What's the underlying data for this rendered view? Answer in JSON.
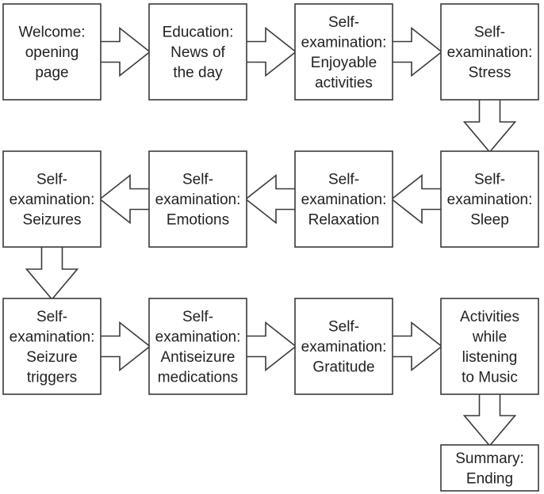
{
  "nodes": [
    {
      "id": "welcome",
      "lines": [
        "Welcome:",
        "opening",
        "page"
      ]
    },
    {
      "id": "education",
      "lines": [
        "Education:",
        "News of",
        "the day"
      ]
    },
    {
      "id": "enjoyable",
      "lines": [
        "Self-",
        "examination:",
        "Enjoyable",
        "activities"
      ]
    },
    {
      "id": "stress",
      "lines": [
        "Self-",
        "examination:",
        "Stress"
      ]
    },
    {
      "id": "sleep",
      "lines": [
        "Self-",
        "examination:",
        "Sleep"
      ]
    },
    {
      "id": "relaxation",
      "lines": [
        "Self-",
        "examination:",
        "Relaxation"
      ]
    },
    {
      "id": "emotions",
      "lines": [
        "Self-",
        "examination:",
        "Emotions"
      ]
    },
    {
      "id": "seizures",
      "lines": [
        "Self-",
        "examination:",
        "Seizures"
      ]
    },
    {
      "id": "triggers",
      "lines": [
        "Self-",
        "examination:",
        "Seizure",
        "triggers"
      ]
    },
    {
      "id": "medications",
      "lines": [
        "Self-",
        "examination:",
        "Antiseizure",
        "medications"
      ]
    },
    {
      "id": "gratitude",
      "lines": [
        "Self-",
        "examination:",
        "Gratitude"
      ]
    },
    {
      "id": "music",
      "lines": [
        "Activities",
        "while",
        "listening",
        "to Music"
      ]
    },
    {
      "id": "summary",
      "lines": [
        "Summary:",
        "Ending"
      ]
    }
  ],
  "edges": [
    {
      "from": "welcome",
      "to": "education",
      "direction": "right"
    },
    {
      "from": "education",
      "to": "enjoyable",
      "direction": "right"
    },
    {
      "from": "enjoyable",
      "to": "stress",
      "direction": "right"
    },
    {
      "from": "stress",
      "to": "sleep",
      "direction": "down"
    },
    {
      "from": "sleep",
      "to": "relaxation",
      "direction": "left"
    },
    {
      "from": "relaxation",
      "to": "emotions",
      "direction": "left"
    },
    {
      "from": "emotions",
      "to": "seizures",
      "direction": "left"
    },
    {
      "from": "seizures",
      "to": "triggers",
      "direction": "down"
    },
    {
      "from": "triggers",
      "to": "medications",
      "direction": "right"
    },
    {
      "from": "medications",
      "to": "gratitude",
      "direction": "right"
    },
    {
      "from": "gratitude",
      "to": "music",
      "direction": "right"
    },
    {
      "from": "music",
      "to": "summary",
      "direction": "down"
    }
  ],
  "colors": {
    "stroke": "#3a3a3a",
    "fill": "#ffffff",
    "text": "#222222"
  }
}
